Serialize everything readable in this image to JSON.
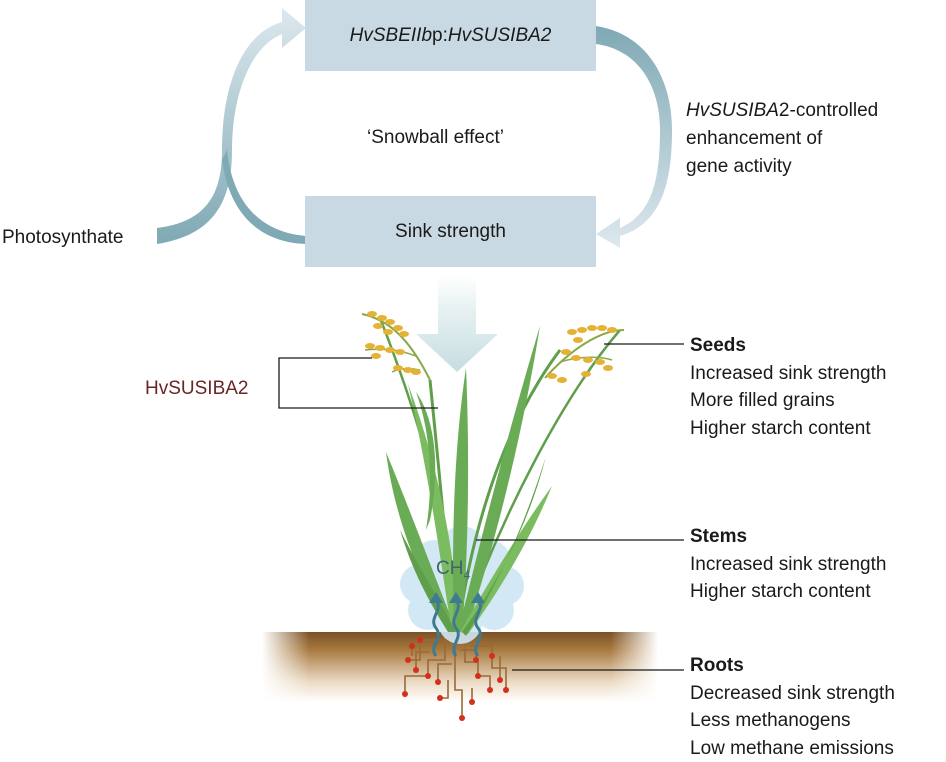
{
  "top_box": {
    "gene_left": "HvSBEIIb",
    "middle": " p:",
    "gene_right": "HvSUSIBA2"
  },
  "bottom_box": {
    "label": "Sink strength"
  },
  "center_label": "‘Snowball effect’",
  "left_input": "Photosynthate",
  "right_loop": {
    "gene": "HvSUSIBA",
    "suffix": "2-controlled",
    "line2": "enhancement of",
    "line3": "gene activity"
  },
  "plant_label": "HvSUSIBA2",
  "gas": {
    "base": "CH",
    "subscript": "4"
  },
  "organs": {
    "seeds": {
      "title": "Seeds",
      "lines": [
        "Increased sink strength",
        "More filled grains",
        "Higher starch content"
      ]
    },
    "stems": {
      "title": "Stems",
      "lines": [
        "Increased sink strength",
        "Higher starch content"
      ]
    },
    "roots": {
      "title": "Roots",
      "lines": [
        "Decreased sink strength",
        "Less methanogens",
        "Low methane emissions"
      ]
    }
  },
  "colors": {
    "box_fill": "#c9d9e4",
    "loop_arrow": "#7fa9b4",
    "loop_arrow_light": "#d7e5ec",
    "label_accent": "#6a2525",
    "leaf_green": "#6aab55",
    "grain_yellow": "#e5b234",
    "soil_brown": "#9a6a35",
    "root_dot": "#d2301c",
    "methane_cloud": "#cfe6f4",
    "methane_arrow": "#3f7a93"
  }
}
